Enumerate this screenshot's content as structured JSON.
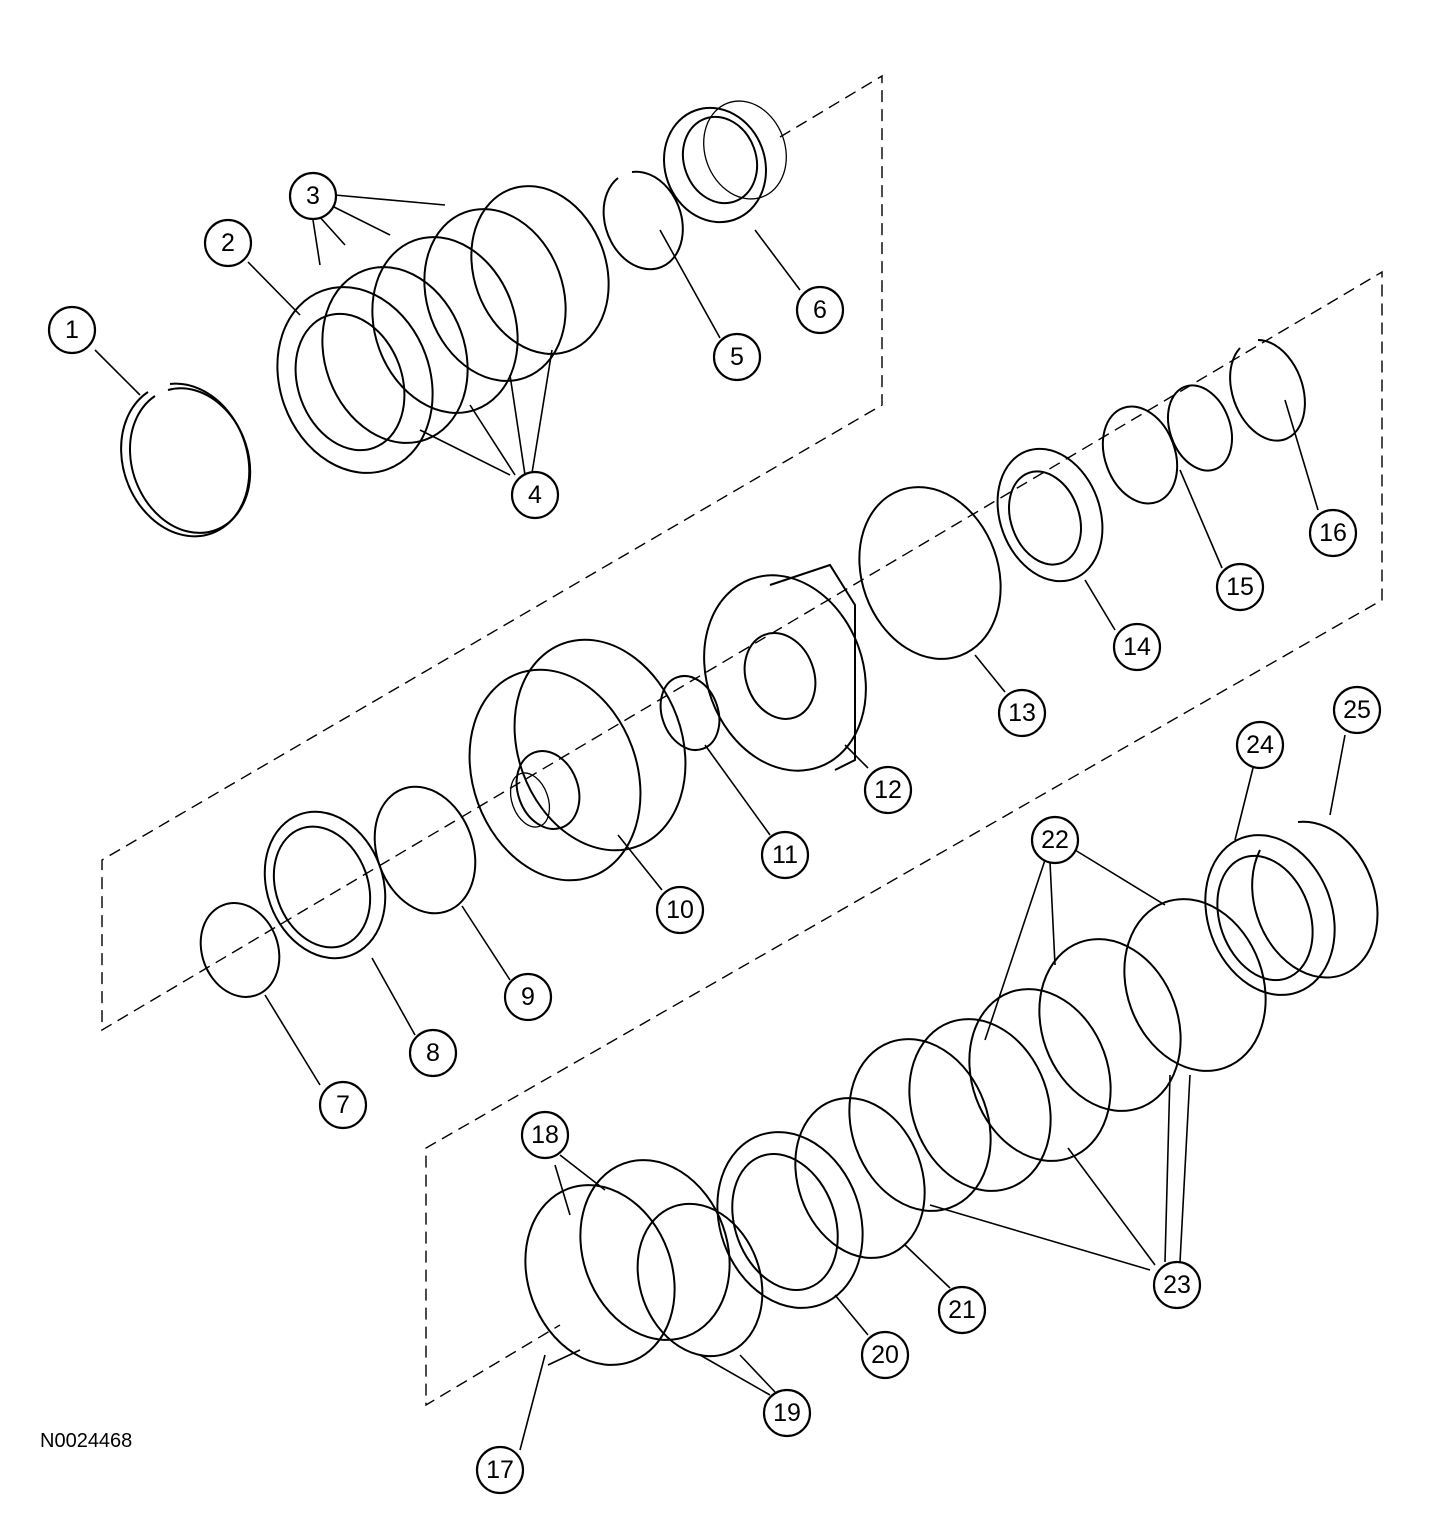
{
  "figure_id": "N0024468",
  "callouts": [
    "1",
    "2",
    "3",
    "4",
    "5",
    "6",
    "7",
    "8",
    "9",
    "10",
    "11",
    "12",
    "13",
    "14",
    "15",
    "16",
    "17",
    "18",
    "19",
    "20",
    "21",
    "22",
    "23",
    "24",
    "25"
  ],
  "colors": {
    "line": "#000000",
    "background": "#ffffff"
  }
}
